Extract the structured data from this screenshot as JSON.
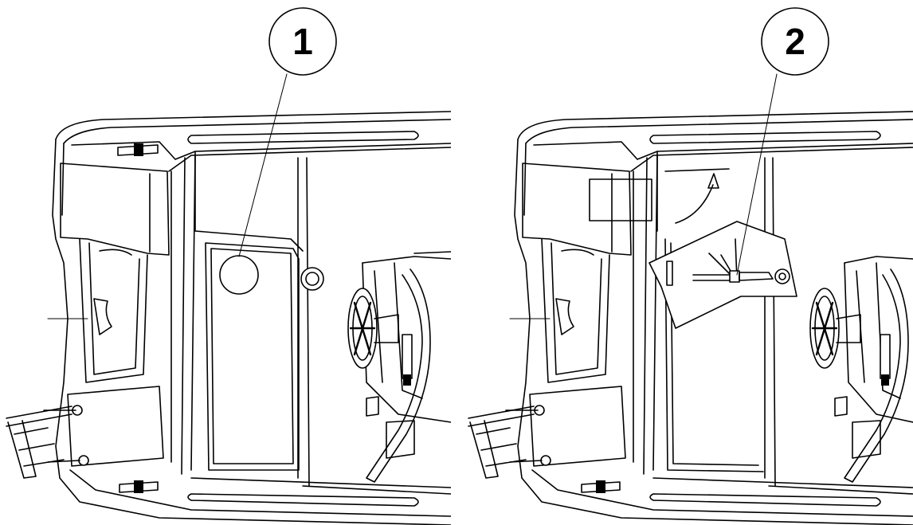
{
  "panels": [
    {
      "id": "step-1",
      "callout": "1"
    },
    {
      "id": "step-2",
      "callout": "2"
    }
  ],
  "colors": {
    "line": "#000000",
    "background": "#ffffff"
  }
}
